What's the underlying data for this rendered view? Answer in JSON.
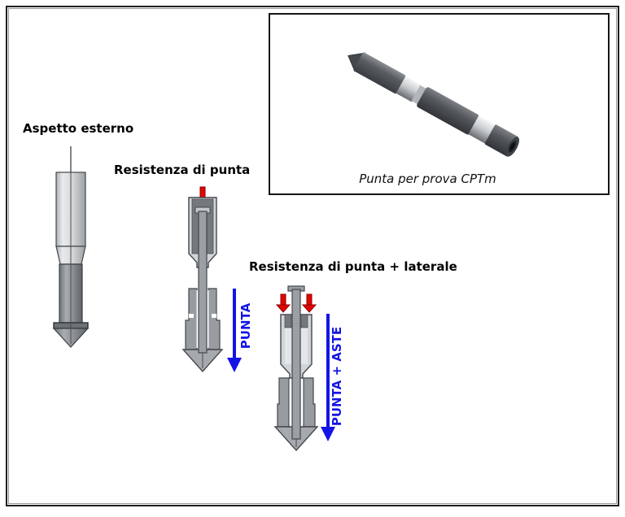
{
  "labels": {
    "external": "Aspetto esterno",
    "tip": "Resistenza di punta",
    "tip_lateral": "Resistenza di punta + laterale"
  },
  "photo_box": {
    "caption": "Punta per prova CPTm"
  },
  "arrows": {
    "punta": "PUNTA",
    "punta_aste": "PUNTA + ASTE"
  },
  "colors": {
    "red": "#e10600",
    "red_dark": "#8a0000",
    "blue": "#1414e6",
    "ink": "#000000",
    "frame": "#1f1f1f",
    "sleeve_light": "#d2d5d8",
    "sleeve_mid": "#989ca0",
    "cavity_dark": "#75797d",
    "rod_gray": "#9aa0a4",
    "cone_gray": "#a6aaae",
    "outline": "#43474b",
    "cap_gray": "#c6c9cc",
    "interior": "#e4e6e8"
  }
}
